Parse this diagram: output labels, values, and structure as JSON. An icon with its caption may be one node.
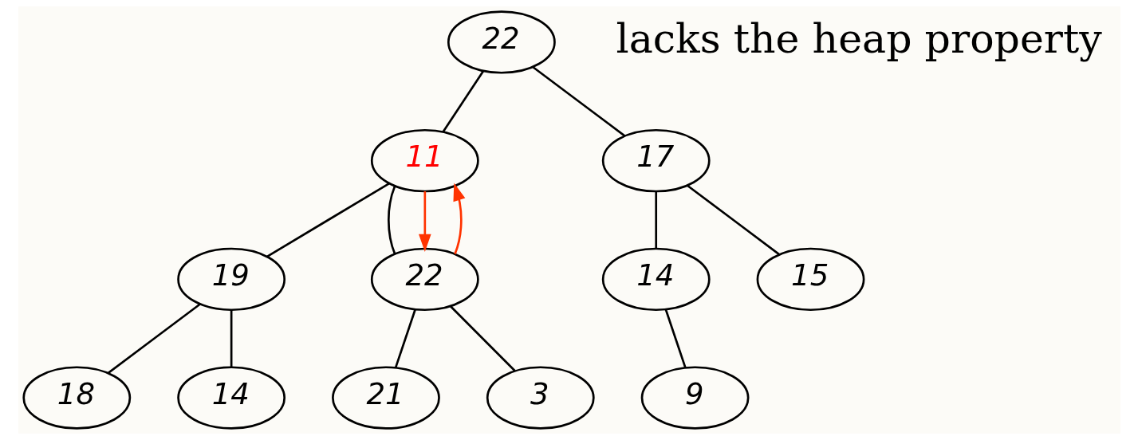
{
  "diagram": {
    "nodes": [
      {
        "text": [
          "22"
        ]
      },
      {
        "text": [
          "11"
        ]
      },
      {
        "text": [
          "17"
        ]
      },
      {
        "text": [
          "19"
        ]
      },
      {
        "text": [
          "22"
        ]
      },
      {
        "text": [
          "14"
        ]
      },
      {
        "text": [
          "15"
        ]
      },
      {
        "text": [
          "18"
        ]
      },
      {
        "text": [
          "14"
        ]
      },
      {
        "text": [
          "21"
        ]
      },
      {
        "text": [
          "3"
        ]
      },
      {
        "text": [
          "9"
        ]
      }
    ],
    "edges": [
      {
        "from": 0,
        "to": 1,
        "arrow": "none"
      },
      {
        "from": 0,
        "to": 2,
        "arrow": "none"
      },
      {
        "from": 1,
        "to": 3,
        "arrow": "none"
      },
      {
        "from": 1,
        "to": 4,
        "arrow": "none"
      },
      {
        "from": 2,
        "to": 5,
        "arrow": "none"
      },
      {
        "from": 2,
        "to": 6,
        "arrow": "none"
      },
      {
        "from": 3,
        "to": 7,
        "arrow": "none"
      },
      {
        "from": 3,
        "to": 8,
        "arrow": "none"
      },
      {
        "from": 4,
        "to": 9,
        "arrow": "none"
      },
      {
        "from": 4,
        "to": 10,
        "arrow": "none"
      },
      {
        "from": 5,
        "to": 11,
        "arrow": "none"
      },
      {
        "from": 1,
        "to": 4,
        "arrow": "to",
        "color": "#ff3300"
      },
      {
        "from": 4,
        "to": 1,
        "arrow": "to",
        "color": "#ff3300"
      }
    ],
    "labels": [
      "lacks the heap property"
    ]
  }
}
